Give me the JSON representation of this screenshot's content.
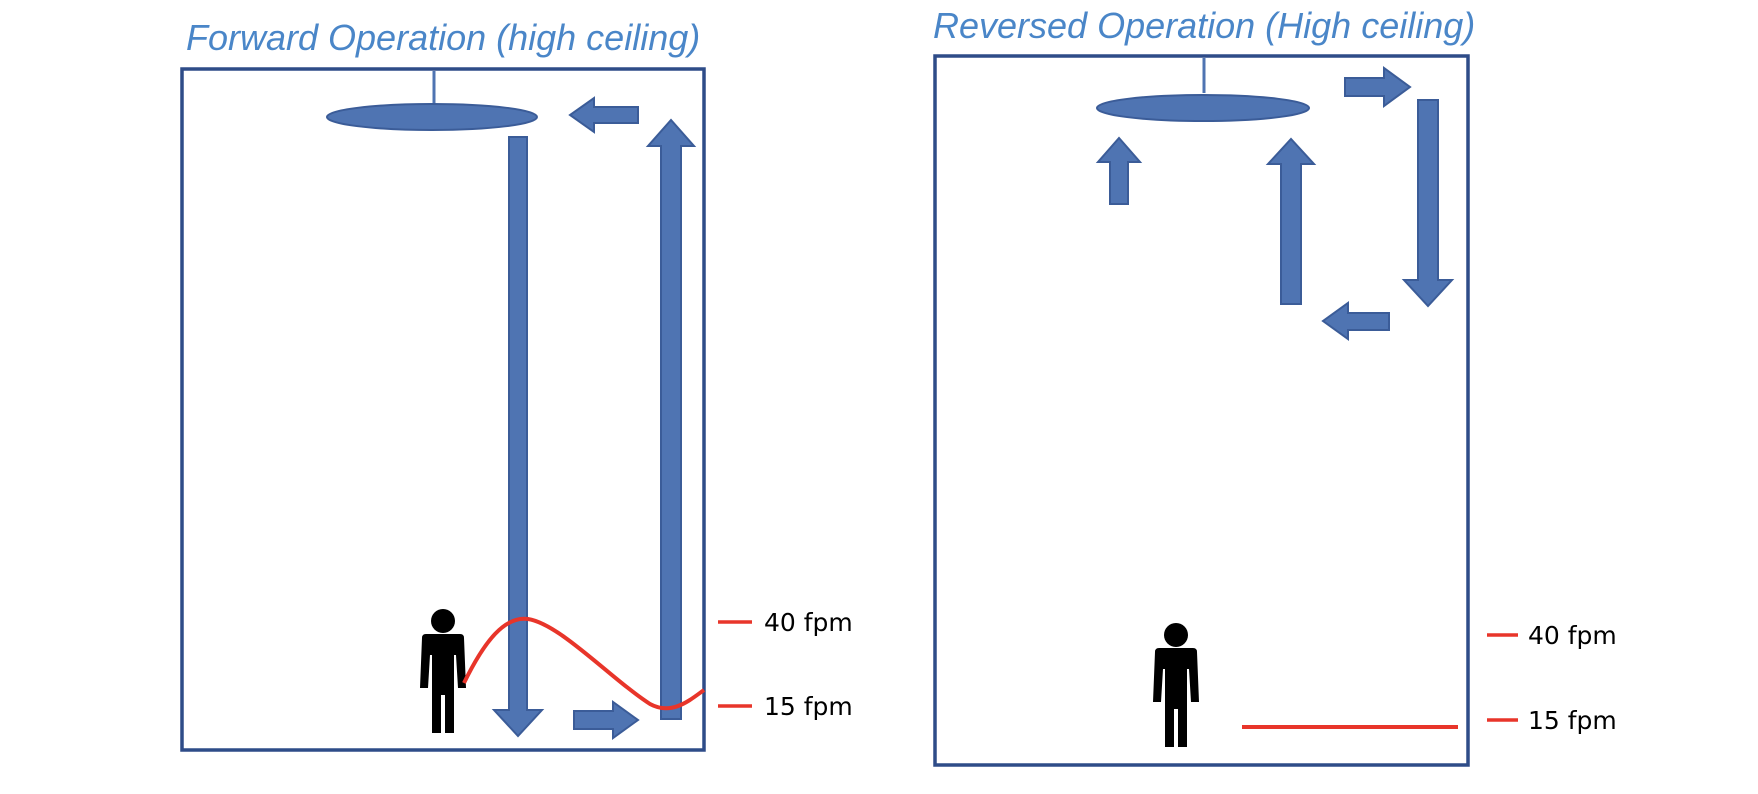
{
  "panels": [
    {
      "title": "Forward Operation (high ceiling)",
      "label_high": "40 fpm",
      "label_low": "15 fpm"
    },
    {
      "title": "Reversed Operation (High ceiling)",
      "label_high": "40 fpm",
      "label_low": "15 fpm"
    }
  ],
  "colors": {
    "arrow": "#4f74b2",
    "frame": "#2e4c88",
    "title": "#4a86c8",
    "velocity": "#e8352a",
    "person": "#000000"
  }
}
